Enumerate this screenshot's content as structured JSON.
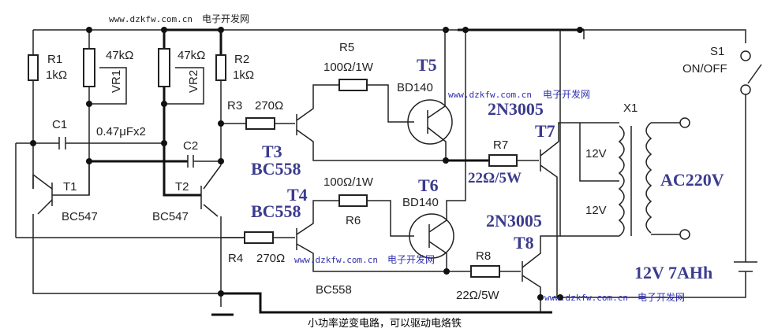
{
  "title": "小功率逆变电路，可以驱动电烙铁",
  "watermarks": [
    {
      "url": "www.dzkfw.com.cn",
      "site": "电子开发网"
    },
    {
      "url": "www.dzkfw.com.cn",
      "site": "电子开发网"
    },
    {
      "url": "www.dzkfw.com.cn",
      "site": "电子开发网"
    },
    {
      "url": "www.dzkfw.com.cn",
      "site": "电子开发网"
    }
  ],
  "components": {
    "R1": {
      "name": "R1",
      "value": "1kΩ"
    },
    "R2": {
      "name": "R2",
      "value": "1kΩ"
    },
    "VR1": {
      "name": "VR1",
      "value": "47kΩ"
    },
    "VR2": {
      "name": "VR2",
      "value": "47kΩ"
    },
    "C1": {
      "name": "C1"
    },
    "C2": {
      "name": "C2"
    },
    "C_value": "0.47μFx2",
    "T1": {
      "name": "T1",
      "part": "BC547"
    },
    "T2": {
      "name": "T2",
      "part": "BC547"
    },
    "R3": {
      "name": "R3",
      "value": "270Ω"
    },
    "R4": {
      "name": "R4",
      "value": "270Ω"
    },
    "T3": {
      "name": "T3",
      "part": "BC558"
    },
    "T4": {
      "name": "T4",
      "part": "BC558",
      "part2": "BC558"
    },
    "R5": {
      "name": "R5",
      "value": "100Ω/1W"
    },
    "R6": {
      "name": "R6",
      "value": "100Ω/1W"
    },
    "T5": {
      "name": "T5",
      "part": "BD140"
    },
    "T6": {
      "name": "T6",
      "part": "BD140"
    },
    "R7": {
      "name": "R7",
      "value": "22Ω/5W"
    },
    "R8": {
      "name": "R8",
      "value": "22Ω/5W"
    },
    "T7": {
      "name": "T7",
      "part": "2N3005"
    },
    "T8": {
      "name": "T8",
      "part": "2N3005"
    },
    "X1": {
      "name": "X1",
      "primary_top": "12V",
      "primary_bottom": "12V",
      "secondary": "AC220V"
    },
    "S1": {
      "name": "S1",
      "label": "ON/OFF"
    },
    "battery": {
      "label": "12V 7AHh"
    }
  }
}
